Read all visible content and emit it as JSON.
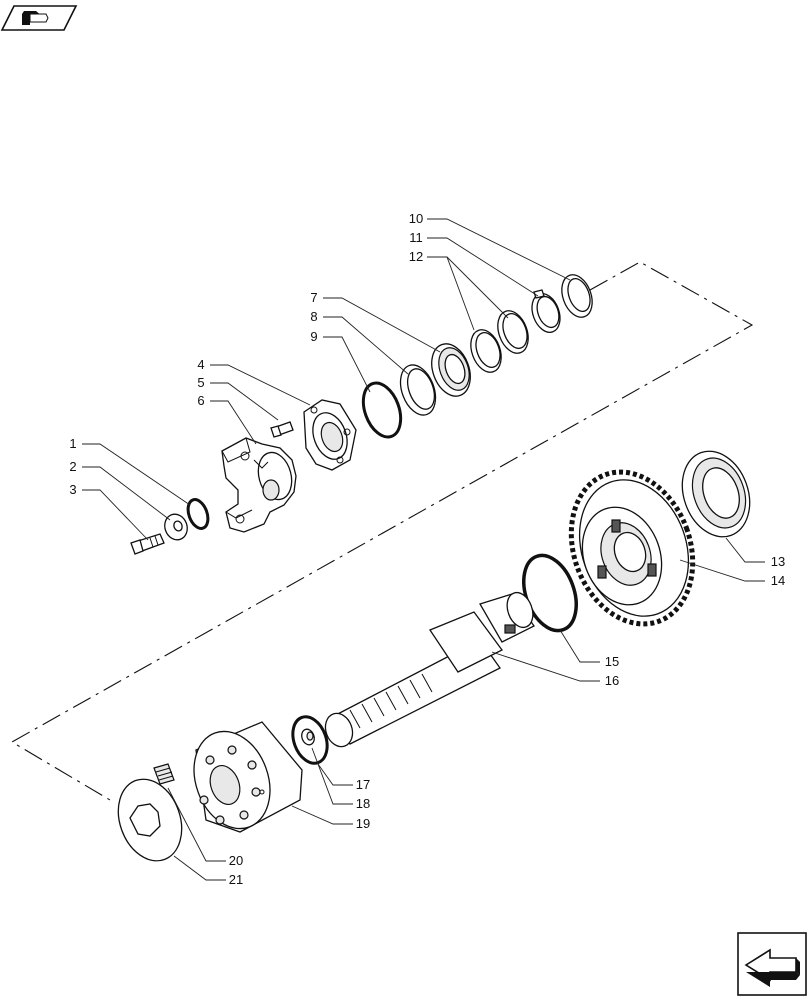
{
  "diagram": {
    "top_left_icon": "arrow-book-icon",
    "bottom_right_icon": "previous-page-arrow-icon",
    "callouts": [
      "1",
      "2",
      "3",
      "4",
      "5",
      "6",
      "7",
      "8",
      "9",
      "10",
      "11",
      "12",
      "13",
      "14",
      "15",
      "16",
      "17",
      "18",
      "19",
      "20",
      "21"
    ]
  }
}
